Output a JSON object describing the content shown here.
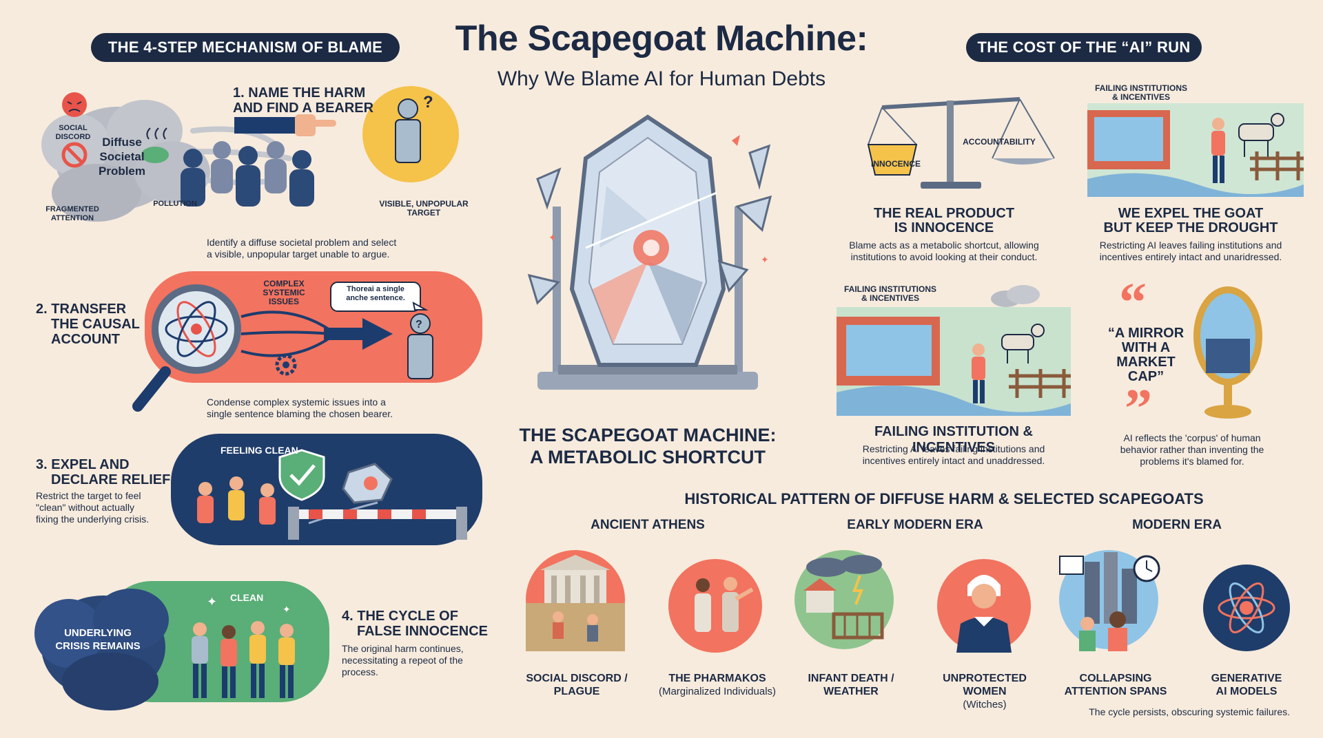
{
  "header": {
    "left_pill": "THE 4-STEP MECHANISM OF BLAME",
    "right_pill": "THE COST OF THE “AI” RUN",
    "title": "The Scapegoat Machine:",
    "subtitle": "Why We Blame AI for Human Debts"
  },
  "step1": {
    "title_line1": "1. NAME THE HARM",
    "title_line2": "AND FIND A BEARER",
    "cloud_label_line1": "Diffuse",
    "cloud_label_line2": "Societal",
    "cloud_label_line3": "Problem",
    "social_discord_line1": "SOCIAL",
    "social_discord_line2": "DISCORD",
    "fragmented_line1": "FRAGMENTED",
    "fragmented_line2": "ATTENTION",
    "pollution": "POLLUTION",
    "target_line1": "VISIBLE, UNPOPULAR",
    "target_line2": "TARGET",
    "desc_line1": "Identify a diffuse societal problem and select",
    "desc_line2": "a visible, unpopular target unable to argue."
  },
  "step2": {
    "title_line1": "2. TRANSFER",
    "title_line2": "THE CAUSAL",
    "title_line3": "ACCOUNT",
    "issues_line1": "COMPLEX",
    "issues_line2": "SYSTEMIC",
    "issues_line3": "ISSUES",
    "bubble_line1": "Thoreai a single",
    "bubble_line2": "anche sentence.",
    "desc_line1": "Condense complex systemic issues into a",
    "desc_line2": "single sentence blaming the chosen bearer."
  },
  "step3": {
    "title_line1": "3. EXPEL AND",
    "title_line2": "DECLARE RELIEF",
    "feeling_clean": "FEELING CLEAN",
    "desc_line1": "Restrict the target to feel",
    "desc_line2": "\"clean\" without actually",
    "desc_line3": "fixing the underlying crisis."
  },
  "step4": {
    "cloud_line1": "UNDERLYING",
    "cloud_line2": "CRISIS REMAINS",
    "clean": "CLEAN",
    "title_line1": "4. THE CYCLE OF",
    "title_line2": "FALSE INNOCENCE",
    "desc_line1": "The original harm continues,",
    "desc_line2": "necessitating a repeot of the",
    "desc_line3": "process."
  },
  "center": {
    "caption_line1": "THE SCAPEGOAT MACHINE:",
    "caption_line2": "A METABOLIC SHORTCUT"
  },
  "cost": {
    "innocence": "INNOCENCE",
    "accountability": "ACCOUNTABILITY",
    "real_product_line1": "THE REAL PRODUCT",
    "real_product_line2": "IS INNOCENCE",
    "real_product_desc_line1": "Blame acts as a metabolic shortcut, allowing",
    "real_product_desc_line2": "institutions to avoid looking at their conduct.",
    "failing_top_line1": "FAILING INSTITUTIONS",
    "failing_top_line2": "& INCENTIVES",
    "expel_goat_line1": "WE EXPEL THE GOAT",
    "expel_goat_line2": "BUT KEEP THE DROUGHT",
    "expel_goat_desc_line1": "Restricting AI leaves failing institutions and",
    "expel_goat_desc_line2": "incentives entirely intact and unaridressed.",
    "failing_mid_line1": "FAILING INSTITUTIONS",
    "failing_mid_line2": "& INCENTIVES",
    "failing_caption": "FAILING INSTITUTION & INCENTIVES",
    "failing_desc_line1": "Restricting AI leaves failing institutions and",
    "failing_desc_line2": "incentives entirely intact and unaddressed.",
    "quote_line1": "“A MIRROR",
    "quote_line2": "WITH A",
    "quote_line3": "MARKET",
    "quote_line4": "CAP”",
    "mirror_desc_line1": "AI reflects the 'corpus' of human",
    "mirror_desc_line2": "behavior rather than inventing the",
    "mirror_desc_line3": "problems it's blamed for."
  },
  "history": {
    "heading": "HISTORICAL PATTERN OF DIFFUSE HARM & SELECTED SCAPEGOATS",
    "eras": [
      "ANCIENT ATHENS",
      "EARLY MODERN ERA",
      "MODERN ERA"
    ],
    "items": [
      {
        "line1": "SOCIAL DISCORD /",
        "line2": "PLAGUE",
        "line3": ""
      },
      {
        "line1": "THE PHARMAKOS",
        "line2": "(Marginalized Individuals)",
        "line3": ""
      },
      {
        "line1": "INFANT DEATH /",
        "line2": "WEATHER",
        "line3": ""
      },
      {
        "line1": "UNPROTECTED",
        "line2": "WOMEN",
        "line3": "(Witches)"
      },
      {
        "line1": "COLLAPSING",
        "line2": "ATTENTION SPANS",
        "line3": ""
      },
      {
        "line1": "GENERATIVE",
        "line2": "AI MODELS",
        "line3": ""
      }
    ],
    "footer": "The cycle persists, obscuring systemic failures."
  },
  "colors": {
    "navy": "#1c2a44",
    "coral": "#f2735f",
    "cream": "#f7ebdd",
    "yellow": "#f5c24a",
    "green": "#5aae77",
    "sky": "#7fb3d8"
  }
}
